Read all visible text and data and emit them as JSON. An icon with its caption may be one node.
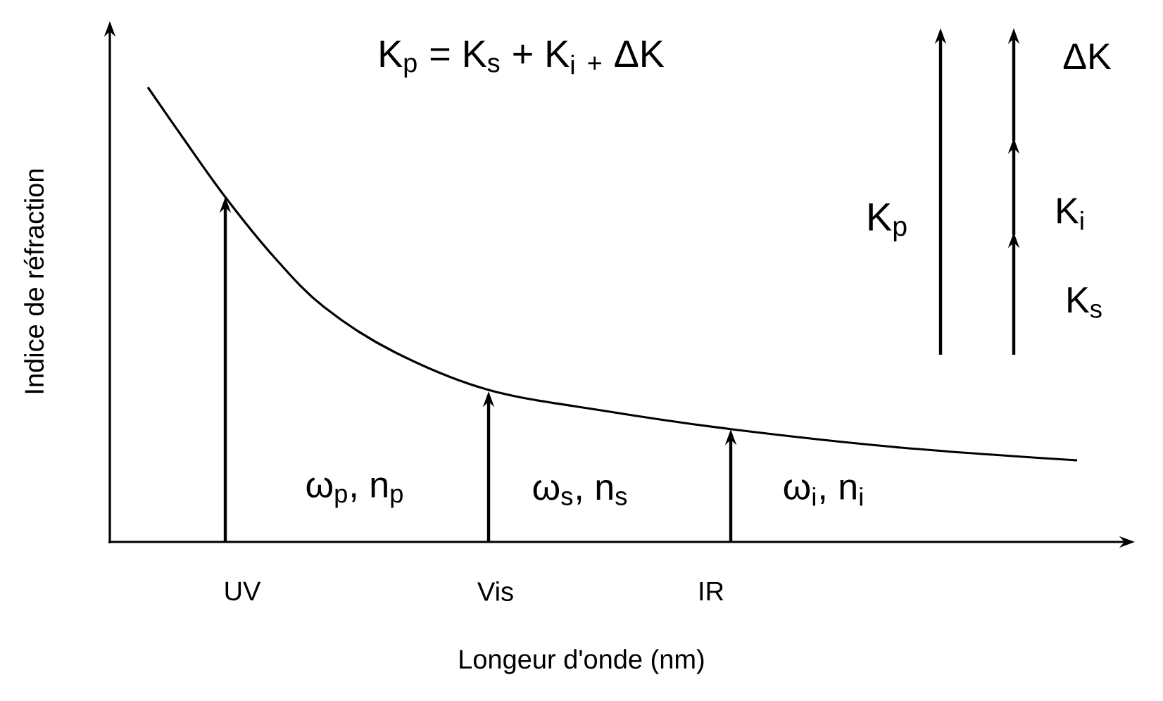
{
  "diagram": {
    "title": "K$_{p}$ = K$_{s}$ + K$_{i}$ $_{+}$ ΔK",
    "labels": [
      "ΔK",
      "K$_{p}$",
      "K$_{i}$",
      "K$_{s}$",
      "ω$_{p}$, n$_{p}$",
      "ω$_{s}$, n$_{s}$",
      "ω$_{i}$, n$_{i}$",
      "UV",
      "Vis",
      "IR",
      "Indice de réfraction",
      "Longeur d'onde (nm)"
    ]
  }
}
